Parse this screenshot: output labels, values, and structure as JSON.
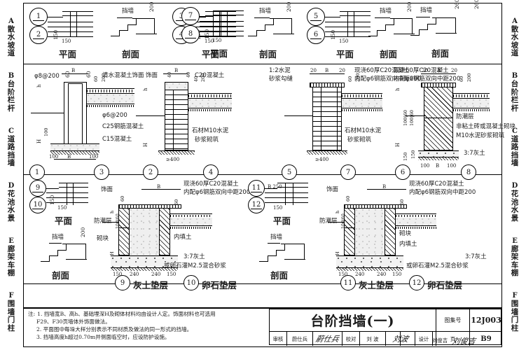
{
  "sheet": {
    "title": "台阶挡墙(一)",
    "atlas_label": "图集号",
    "atlas_number": "12J003",
    "page_label": "页",
    "page_number": "B9"
  },
  "side_index": [
    {
      "letter": "A",
      "chars": [
        "散",
        "水",
        "坡",
        "道"
      ]
    },
    {
      "letter": "B",
      "chars": [
        "台",
        "阶",
        "栏",
        "杆"
      ]
    },
    {
      "letter": "C",
      "chars": [
        "道",
        "路",
        "挡",
        "墙"
      ]
    },
    {
      "letter": "D",
      "chars": [
        "花",
        "池",
        "水",
        "景"
      ]
    },
    {
      "letter": "E",
      "chars": [
        "廊",
        "架",
        "车",
        "棚"
      ]
    },
    {
      "letter": "F",
      "chars": [
        "围",
        "墙",
        "门",
        "柱"
      ]
    }
  ],
  "view_captions": {
    "plan": "平面",
    "section": "剖面"
  },
  "top_row": [
    {
      "callouts": [
        "1",
        "2"
      ],
      "plan_caption": "平面",
      "dim_a": "150",
      "dim_b": "150"
    },
    {
      "section_caption": "剖面",
      "wall_label": "挡墙",
      "dim": "200"
    },
    {
      "callouts": [
        "3",
        "4"
      ],
      "plan_caption": "平面",
      "dim_a": "150",
      "dim_b": "150"
    },
    {
      "section_caption": "剖面",
      "wall_label": "挡墙",
      "dim": "200"
    },
    {
      "callouts": [
        "5",
        "6"
      ],
      "plan_caption": "平面",
      "dim_a": "150",
      "dim_b": "150"
    },
    {
      "section_caption": "剖面",
      "wall_label": "挡墙",
      "dim": "200"
    },
    {
      "callouts": [
        "7",
        "8"
      ],
      "plan_caption": "平面",
      "dim_a": "150",
      "dim_b": "150"
    },
    {
      "section_caption": "剖面",
      "wall_label": "挡墙",
      "dim_a": "260",
      "dim_b": "260"
    }
  ],
  "details_mid": [
    {
      "numbers": [
        "1",
        "3"
      ],
      "dim_top": "100  B  100",
      "labels": [
        "φ8@200",
        "清水混凝土饰面",
        "φ6@200",
        "C25钢筋混凝土",
        "C15混凝土"
      ],
      "dims": [
        "60",
        "60",
        "60",
        "200",
        "h",
        "H",
        "100",
        "100",
        "100"
      ]
    },
    {
      "numbers": [
        "2",
        "4"
      ],
      "dim_top": "≥400",
      "labels": [
        "饰面",
        "C20混凝土",
        "石材M10水泥砂浆砌筑"
      ],
      "dims": [
        "B",
        "40",
        "40",
        "40",
        "20",
        "200",
        "h",
        "H",
        "100",
        "≥400"
      ]
    },
    {
      "numbers": [
        "5",
        "7"
      ],
      "dim_top": "≥400",
      "labels": [
        "1:2水泥砂浆勾缝",
        "现浇60厚C20混凝土",
        "内配φ6钢筋双向中距200",
        "石材M10水泥砂浆砌筑"
      ],
      "dims": [
        "20",
        "B",
        "20",
        "60",
        "200",
        "h",
        "H",
        "100",
        "60",
        "150",
        "≥400"
      ]
    },
    {
      "numbers": [
        "6",
        "8"
      ],
      "dim_top": "100  B  100",
      "labels": [
        "现浇60厚C20混凝土",
        "内配φ6钢筋双向中距200",
        "防潮层",
        "非粘土砖或混凝土砌块",
        "M10水泥砂浆砌筑",
        "3:7灰土"
      ],
      "dims": [
        "20",
        "B",
        "20",
        "60",
        "200",
        "h",
        "H",
        "100",
        "60",
        "150"
      ]
    }
  ],
  "details_bottom": [
    {
      "callouts": [
        "9",
        "10"
      ],
      "plan_caption": "平面",
      "section_caption": "剖面",
      "wall_label": "挡墙",
      "dim_a": "150",
      "dim_b": "150",
      "dim_c": "200"
    },
    {
      "number": "9",
      "name": "灰土垫层",
      "pair_number": "10",
      "pair_name": "卵石垫层",
      "labels": [
        "饰面",
        "防潮层",
        "砌块",
        "内填土",
        "现浇60厚C20混凝土",
        "内配φ6钢筋双向中距200",
        "3:7灰土",
        "或卵石灌M2.5混合砂浆"
      ],
      "dims": [
        "B",
        "60",
        "60",
        "h",
        "H",
        "100",
        "60",
        "300",
        "150",
        "240",
        "240",
        "150"
      ]
    },
    {
      "callouts": [
        "11",
        "12"
      ],
      "plan_caption": "平面",
      "section_caption": "剖面",
      "wall_label": "挡墙",
      "dim_a": "B  250",
      "dim_b": "150"
    },
    {
      "number": "11",
      "name": "灰土垫层",
      "pair_number": "12",
      "pair_name": "卵石垫层",
      "labels": [
        "饰面",
        "防潮层",
        "砌块",
        "内填土",
        "现浇60厚C20混凝土",
        "内配φ6钢筋双向中距200",
        "3:7灰土",
        "或卵石灌M2.5混合砂浆"
      ],
      "dims": [
        "B",
        "60",
        "60",
        "h",
        "H",
        "100",
        "60",
        "300",
        "150",
        "240",
        "240",
        "150"
      ]
    }
  ],
  "notes": {
    "prefix": "注:",
    "items": [
      "1. 挡墙宽B、高h、基础埋深H及砌体材料均由设计人定。饰面材料也可选用",
      "F29、F30页墙体外饰面做法。",
      "2. 平面图中每垛大样分别表示不同材质及做法的同一形式的挡墙。",
      "3. 挡墙高度h超过0.70m并侧面临空时，应设防护设施。"
    ]
  },
  "signature_row": {
    "review_label": "审核",
    "review_name": "蔚仕兵",
    "review_sign": "蔚仕兵",
    "check_label": "校对",
    "check_name": "刘 波",
    "check_sign": "刘波",
    "design_label": "设计",
    "design_name": "刘俊吉",
    "design_sign": "刘俊吉"
  }
}
